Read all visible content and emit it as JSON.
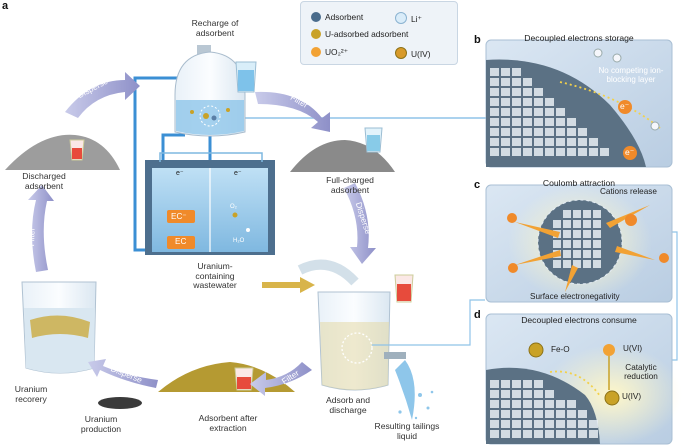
{
  "panel_letters": {
    "a": "a",
    "b": "b",
    "c": "c",
    "d": "d"
  },
  "legend": {
    "adsorbent": "Adsorbent",
    "li": "Li⁺",
    "u_adsorbed": "U-adsorbed adsorbent",
    "uo2": "UO₂²⁺",
    "u4": "U(IV)"
  },
  "main": {
    "recharge": "Recharge of adsorbent",
    "discharged": "Discharged adsorbent",
    "full_charged": "Full-charged adsorbent",
    "wastewater": "Uranium-containing wastewater",
    "adsorb_discharge": "Adsorb and discharge",
    "tailings": "Resulting tailings liquid",
    "after_extraction": "Adsorbent after extraction",
    "recovery": "Uranium recorery",
    "production": "Uranium production",
    "ec_minus": "EC⁻",
    "ec": "EC",
    "o2": "O₂",
    "h2o": "H₂O",
    "e_minus": "e⁻"
  },
  "arrows": {
    "disperse_top": "Disperse",
    "filter_top": "Filter",
    "disperse_right": "Disperse",
    "filter_bottom": "Filter",
    "disperse_bottom": "Disperse",
    "filter_left": "Filter"
  },
  "panel_b": {
    "title": "Decoupled electrons storage",
    "note": "No competing ion-blocking layer",
    "e": "e⁻"
  },
  "panel_c": {
    "title": "Coulomb attraction",
    "release": "Cations release",
    "surface": "Surface electronegativity"
  },
  "panel_d": {
    "title": "Decoupled electrons consume",
    "feo": "Fe-O",
    "u6": "U(VI)",
    "catalytic": "Catalytic reduction",
    "u4": "U(IV)"
  },
  "colors": {
    "cycle_arrow": "#a7a9d6",
    "panel_bg": "#cddbea",
    "pipe": "#3b8fd4",
    "uranium_gold": "#c9a227"
  }
}
